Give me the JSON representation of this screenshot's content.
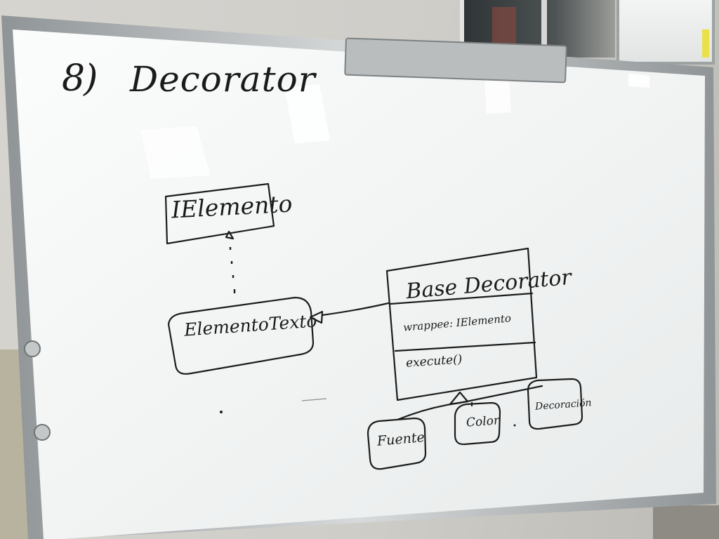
{
  "scene": "whiteboard-photo",
  "board": {
    "heading_number": "8)",
    "heading_text": "Decorator"
  },
  "uml": {
    "interface_box": "IElemento",
    "concrete_box": "ElementoTexto",
    "decorator_box": {
      "name": "Base Decorator",
      "field": "wrappee: IElemento",
      "method": "execute()"
    },
    "subclasses": [
      "Fuente",
      "Color",
      "Decoración"
    ]
  }
}
